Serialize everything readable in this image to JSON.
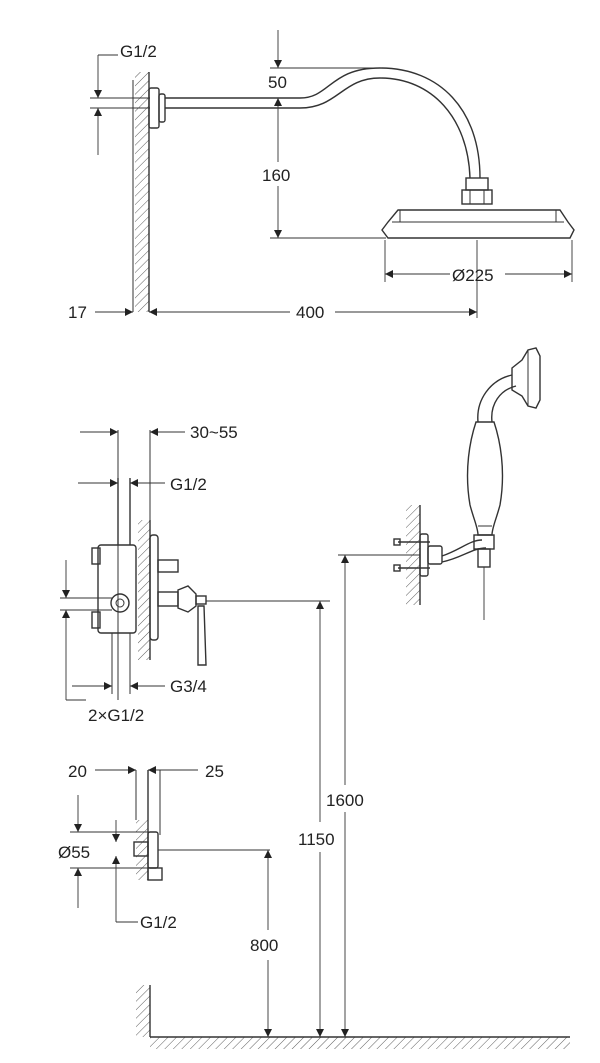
{
  "labels": {
    "top_inlet": "G1/2",
    "arm_drop": "50",
    "arm_height": "160",
    "head_diameter": "Ø225",
    "wall_offset": "17",
    "arm_length": "400",
    "valve_depth": "30~55",
    "valve_outlet": "G1/2",
    "valve_inlet": "G3/4",
    "valve_connections": "2×G1/2",
    "outlet_left": "20",
    "outlet_right": "25",
    "outlet_diameter": "Ø55",
    "outlet_thread": "G1/2",
    "outlet_height": "800",
    "valve_height": "1150",
    "holder_height": "1600"
  }
}
